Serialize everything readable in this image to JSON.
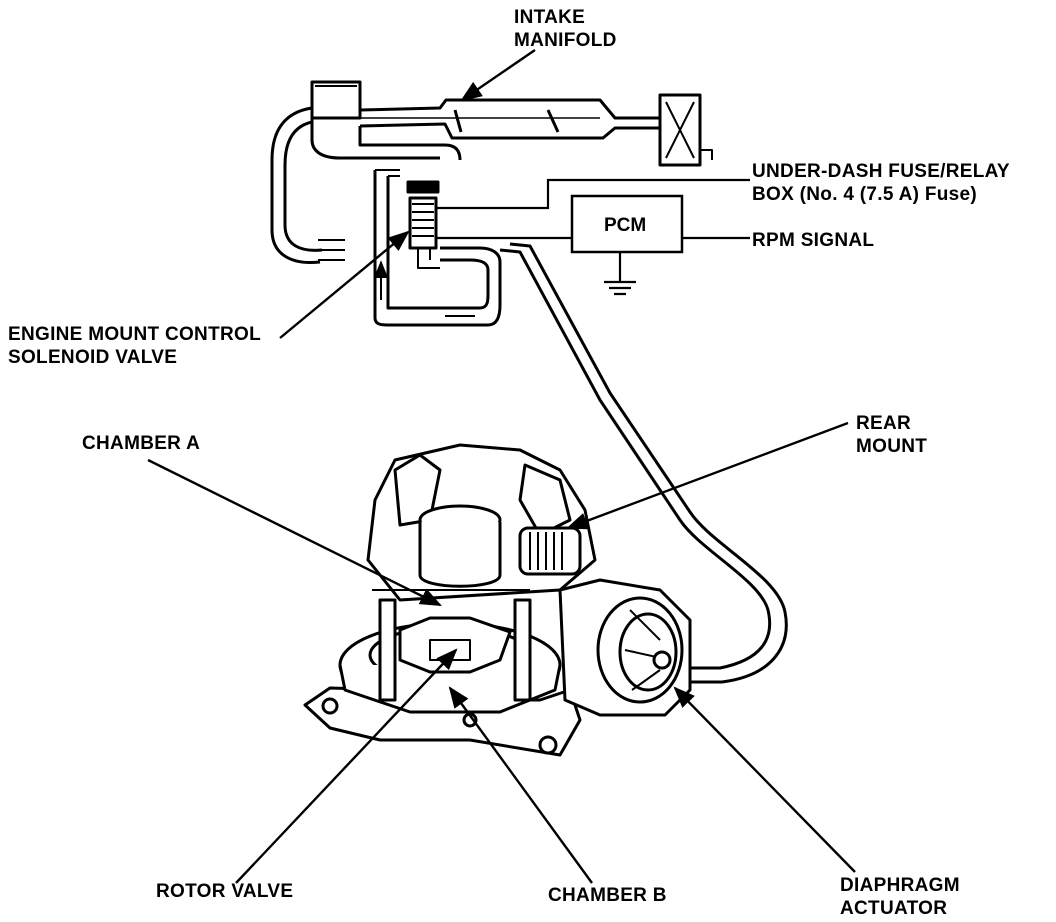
{
  "labels": {
    "intake_manifold": [
      "INTAKE",
      "MANIFOLD"
    ],
    "fuse_box": [
      "UNDER-DASH FUSE/RELAY",
      "BOX (No. 4 (7.5 A) Fuse)"
    ],
    "pcm": "PCM",
    "rpm_signal": "RPM SIGNAL",
    "solenoid_valve": [
      "ENGINE MOUNT CONTROL",
      "SOLENOID VALVE"
    ],
    "chamber_a": "CHAMBER A",
    "rear_mount": [
      "REAR",
      "MOUNT"
    ],
    "rotor_valve": "ROTOR VALVE",
    "chamber_b": "CHAMBER B",
    "diaphragm_actuator": [
      "DIAPHRAGM",
      "ACTUATOR"
    ]
  },
  "colors": {
    "ink": "#000000",
    "paper": "#ffffff"
  }
}
